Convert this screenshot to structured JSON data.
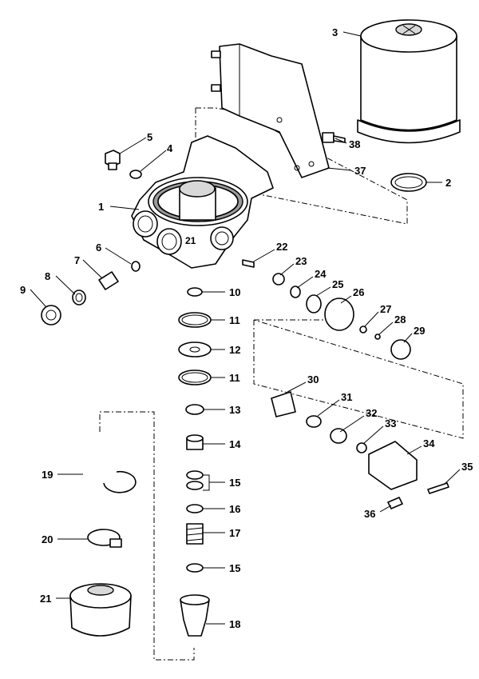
{
  "callouts": [
    {
      "id": "1",
      "label": "1"
    },
    {
      "id": "2",
      "label": "2"
    },
    {
      "id": "3",
      "label": "3"
    },
    {
      "id": "4",
      "label": "4"
    },
    {
      "id": "5",
      "label": "5"
    },
    {
      "id": "6",
      "label": "6"
    },
    {
      "id": "7",
      "label": "7"
    },
    {
      "id": "8",
      "label": "8"
    },
    {
      "id": "9",
      "label": "9"
    },
    {
      "id": "10",
      "label": "10"
    },
    {
      "id": "11a",
      "label": "11"
    },
    {
      "id": "11b",
      "label": "11"
    },
    {
      "id": "12",
      "label": "12"
    },
    {
      "id": "13",
      "label": "13"
    },
    {
      "id": "14",
      "label": "14"
    },
    {
      "id": "15a",
      "label": "15"
    },
    {
      "id": "15b",
      "label": "15"
    },
    {
      "id": "16",
      "label": "16"
    },
    {
      "id": "17",
      "label": "17"
    },
    {
      "id": "18",
      "label": "18"
    },
    {
      "id": "19",
      "label": "19"
    },
    {
      "id": "20",
      "label": "20"
    },
    {
      "id": "21",
      "label": "21"
    },
    {
      "id": "22",
      "label": "22"
    },
    {
      "id": "23",
      "label": "23"
    },
    {
      "id": "24",
      "label": "24"
    },
    {
      "id": "25",
      "label": "25"
    },
    {
      "id": "26",
      "label": "26"
    },
    {
      "id": "27",
      "label": "27"
    },
    {
      "id": "28",
      "label": "28"
    },
    {
      "id": "29",
      "label": "29"
    },
    {
      "id": "30",
      "label": "30"
    },
    {
      "id": "31",
      "label": "31"
    },
    {
      "id": "32",
      "label": "32"
    },
    {
      "id": "33",
      "label": "33"
    },
    {
      "id": "34",
      "label": "34"
    },
    {
      "id": "35",
      "label": "35"
    },
    {
      "id": "36",
      "label": "36"
    },
    {
      "id": "37",
      "label": "37"
    },
    {
      "id": "38",
      "label": "38"
    }
  ],
  "housing_mark": "21"
}
